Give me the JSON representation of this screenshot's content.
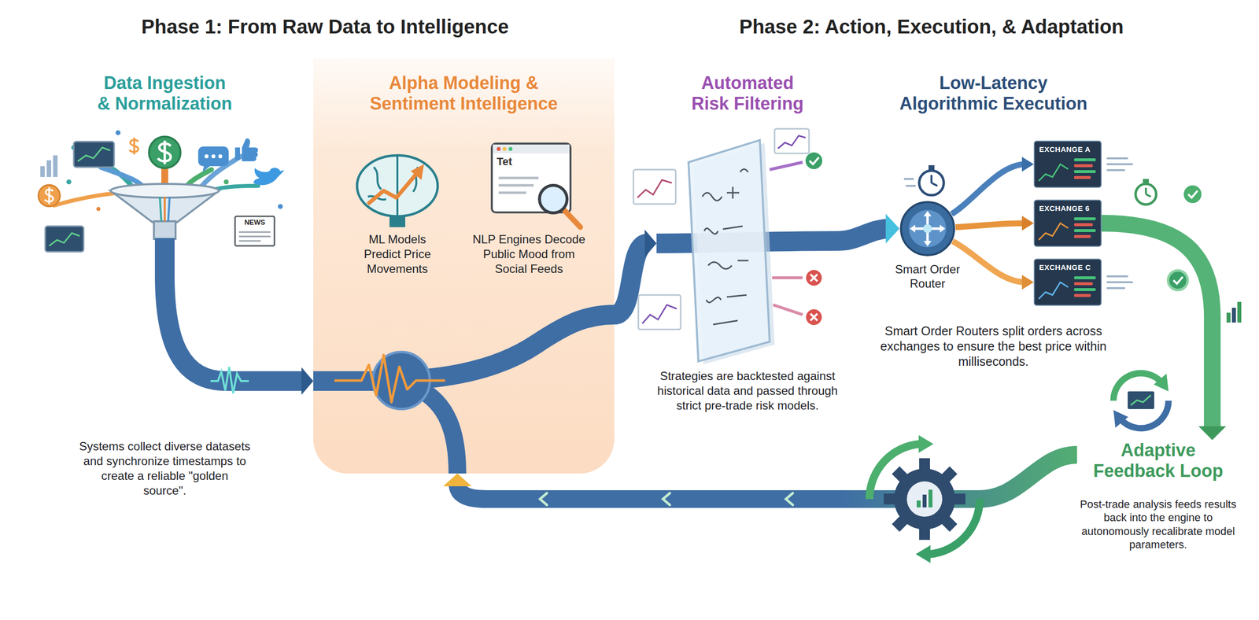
{
  "diagram": {
    "nodes": [
      {
        "text": [
          "Data Ingestion & Normalization",
          "Systems collect diverse datasets and synchronize timestamps to create a reliable \"golden source\"."
        ]
      },
      {
        "text": [
          "Alpha Modeling & Sentiment Intelligence"
        ]
      },
      {
        "text": [
          "ML Models Predict Price Movements"
        ],
        "in": 1
      },
      {
        "text": [
          "NLP Engines Decode Public Mood from Social Feeds"
        ],
        "in": 1
      },
      {
        "text": [
          "Automated Risk Filtering",
          "Strategies are backtested against historical data and passed through strict pre-trade risk models."
        ]
      },
      {
        "text": [
          "Low-Latency Algorithmic Execution",
          "Smart Order Routers split orders across exchanges to ensure the best price within milliseconds."
        ]
      },
      {
        "text": [
          "Smart Order Router"
        ],
        "in": 5
      },
      {
        "text": [
          "EXCHANGE A"
        ]
      },
      {
        "text": [
          "EXCHANGE 6"
        ]
      },
      {
        "text": [
          "EXCHANGE C"
        ]
      },
      {
        "text": [
          "Adaptive Feedback Loop",
          "Post-trade analysis feeds results back into the engine to autonomously recalibrate model parameters."
        ]
      }
    ],
    "edges": [
      {
        "from": 0,
        "to": 1,
        "arrow": "to"
      },
      {
        "from": 1,
        "to": 4,
        "arrow": "to"
      },
      {
        "from": 4,
        "to": 6,
        "arrow": "to"
      },
      {
        "from": 6,
        "to": 7,
        "arrow": "to"
      },
      {
        "from": 6,
        "to": 8,
        "arrow": "to"
      },
      {
        "from": 6,
        "to": 9,
        "arrow": "to"
      },
      {
        "from": 8,
        "to": 10,
        "arrow": "to"
      },
      {
        "from": 10,
        "to": 1,
        "arrow": "to"
      }
    ],
    "labels": [
      "Phase 1: From Raw Data to Intelligence",
      "Phase 2: Action, Execution, & Adaptation",
      "NEWS",
      "Tet"
    ]
  }
}
